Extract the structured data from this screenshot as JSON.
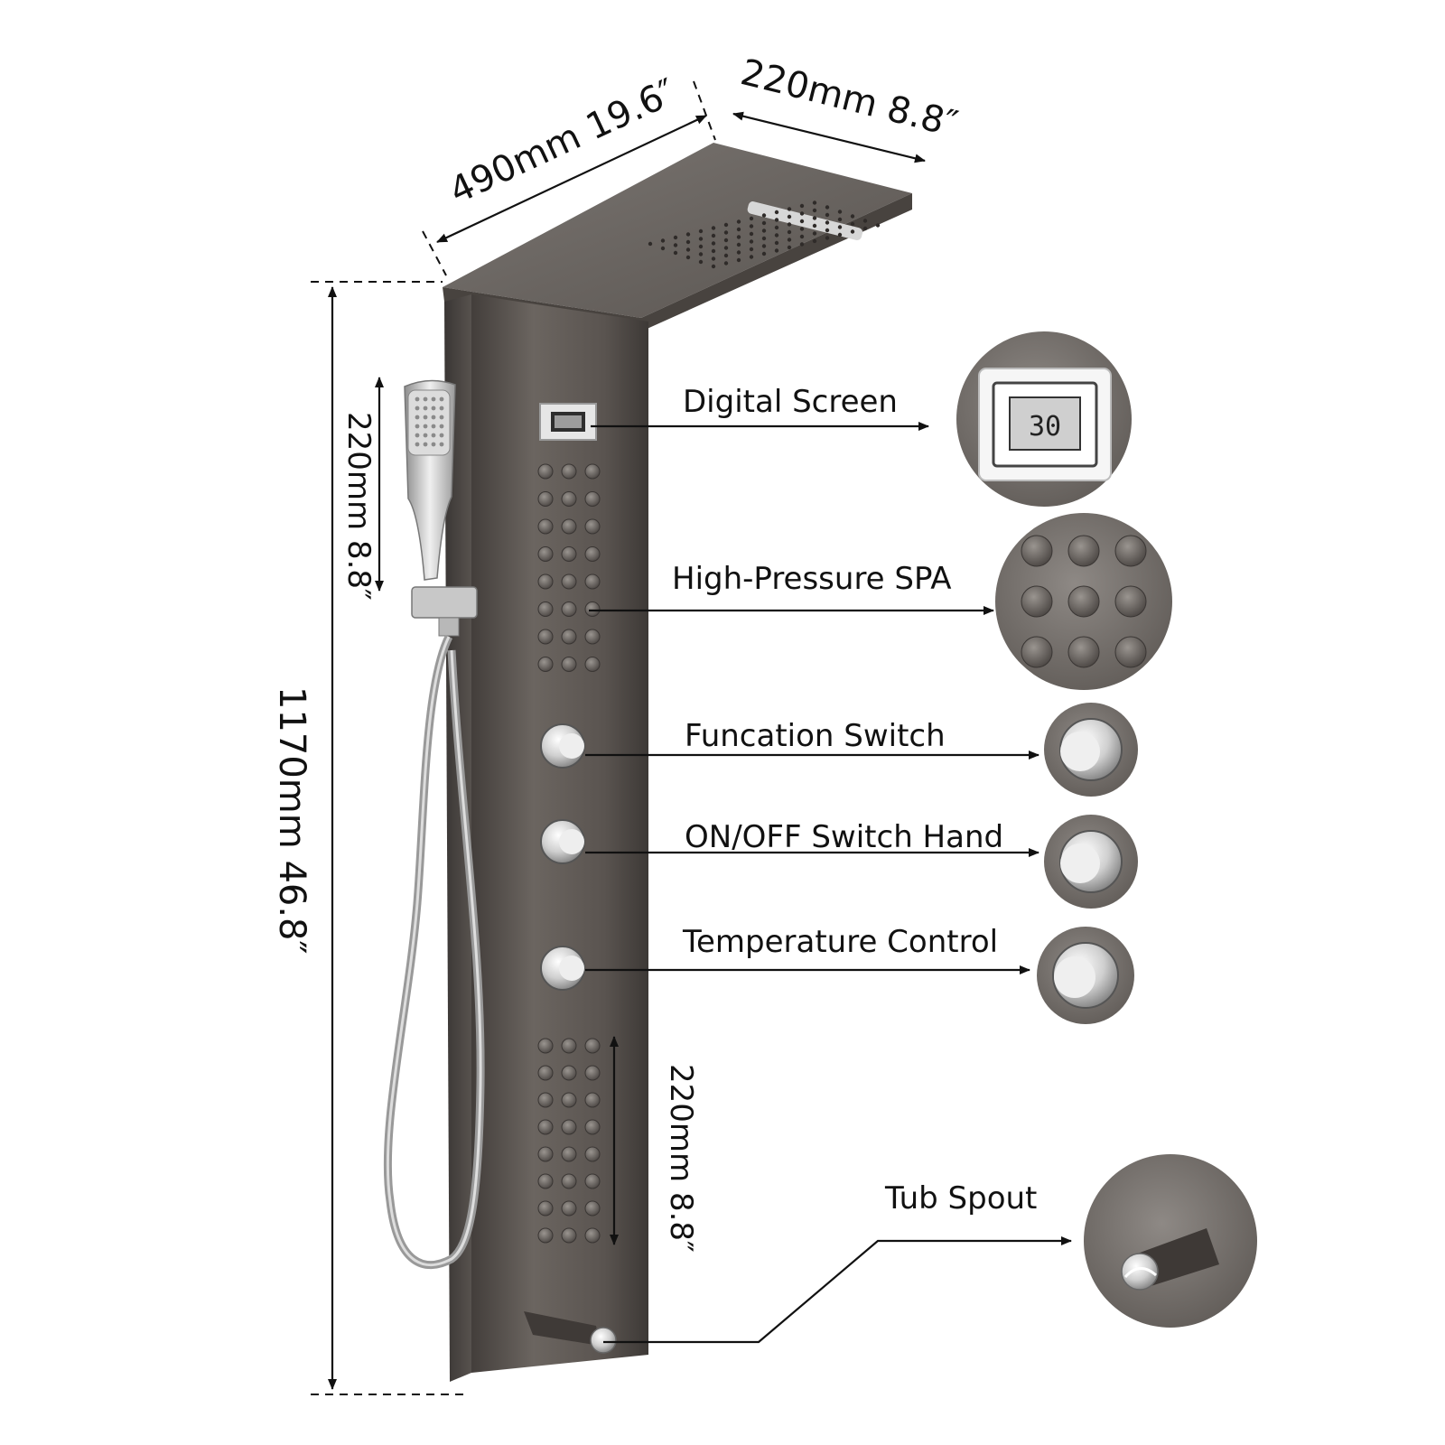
{
  "dimensions": {
    "width": "490mm 19.6″",
    "depth": "220mm 8.8″",
    "height": "1170mm 46.8″",
    "handshower_length": "220mm 8.8″",
    "bodyjet_area_height": "220mm 8.8″"
  },
  "callouts": [
    {
      "id": "digital-screen",
      "label": "Digital Screen",
      "screen_reading": "30"
    },
    {
      "id": "high-pressure-spa",
      "label": "High-Pressure SPA"
    },
    {
      "id": "function-switch",
      "label": "Funcation Switch"
    },
    {
      "id": "on-off-switch",
      "label": "ON/OFF Switch Hand"
    },
    {
      "id": "temperature-control",
      "label": "Temperature Control"
    },
    {
      "id": "tub-spout",
      "label": "Tub Spout"
    }
  ],
  "colors": {
    "panel": "#5f5955",
    "panel_dark": "#4a4542",
    "chrome": "#d9d9d9",
    "line": "#111111"
  }
}
